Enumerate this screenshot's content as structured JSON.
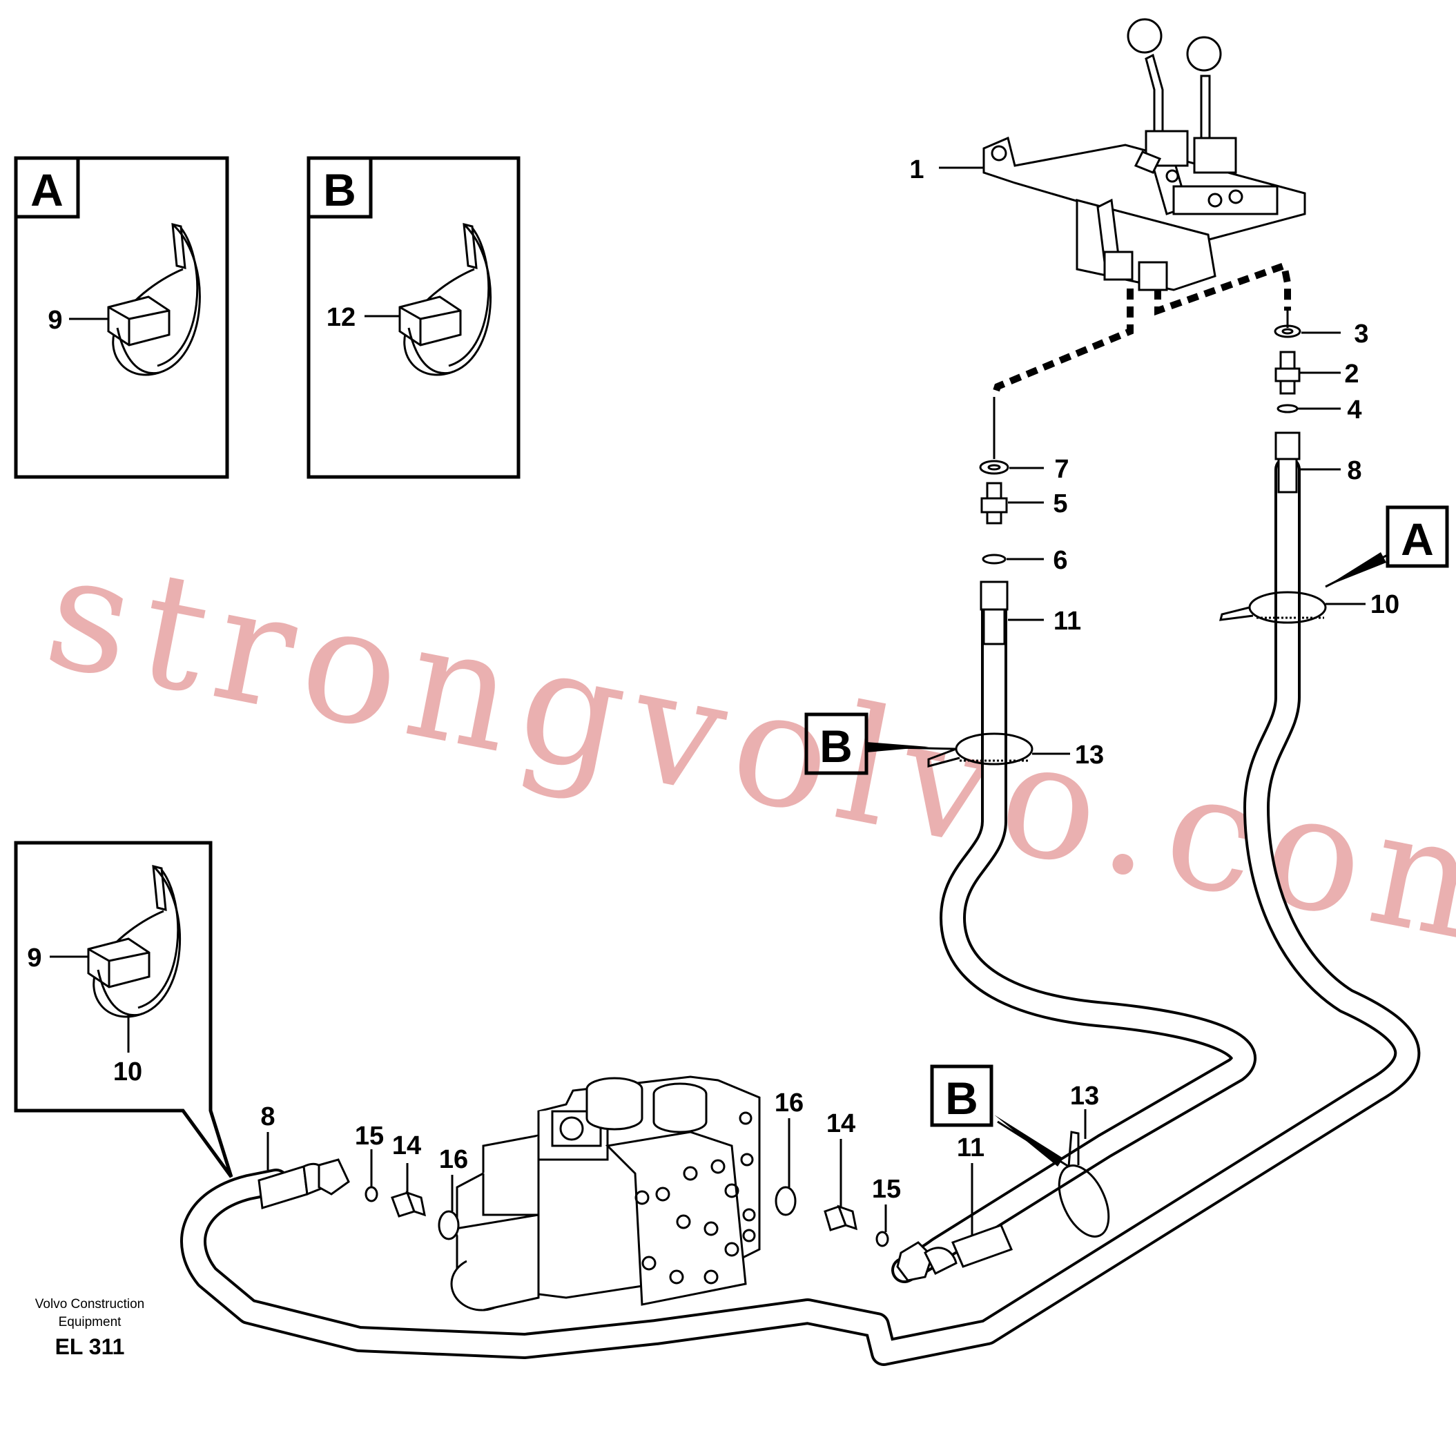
{
  "insets": {
    "A": {
      "letter": "A",
      "part": "9"
    },
    "B": {
      "letter": "B",
      "part": "12"
    },
    "C": {
      "letter": "",
      "part": "9",
      "sub_part": "10"
    }
  },
  "refs": {
    "A": "A",
    "B_upper": "B",
    "B_lower": "B"
  },
  "callouts": {
    "p1": "1",
    "p2": "2",
    "p3": "3",
    "p4": "4",
    "p5": "5",
    "p6": "6",
    "p7": "7",
    "p8_right": "8",
    "p10_right": "10",
    "p11_upper": "11",
    "p13_upper": "13",
    "p8_left": "8",
    "p15_left": "15",
    "p14_left": "14",
    "p16_left": "16",
    "p16_right": "16",
    "p14_right": "14",
    "p15_right": "15",
    "p11_lower": "11",
    "p13_lower": "13"
  },
  "watermark": "strongvolvo.com",
  "footer": {
    "company_line1": "Volvo Construction",
    "company_line2": "Equipment",
    "code": "EL 311"
  }
}
